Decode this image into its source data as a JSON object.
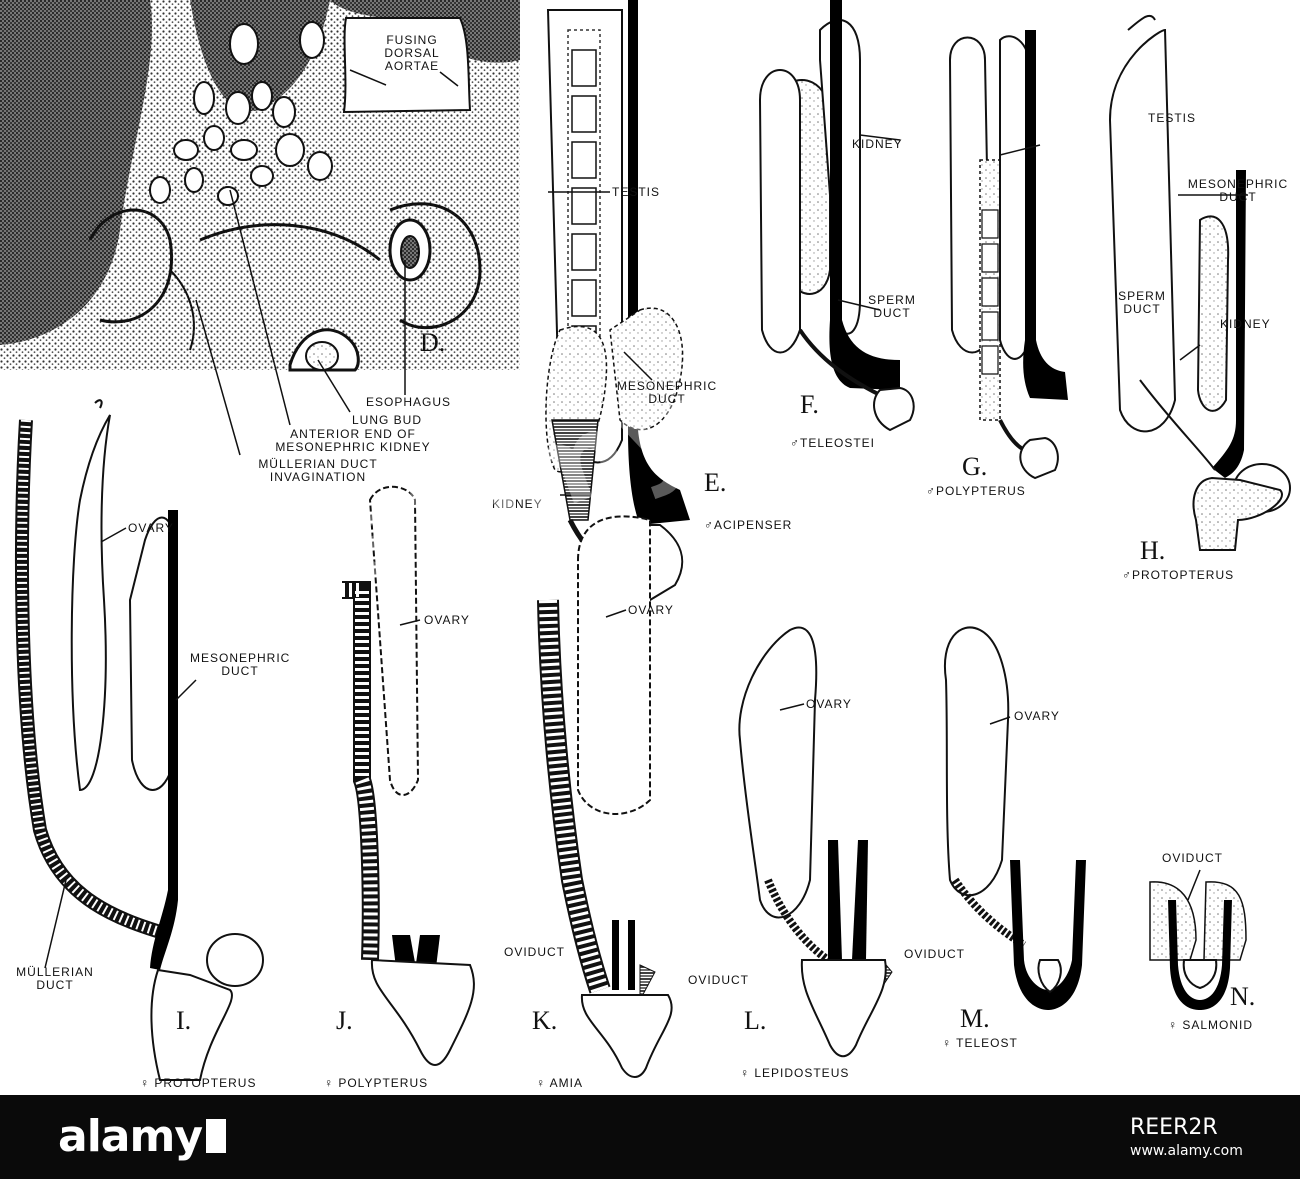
{
  "panels": {
    "D": {
      "letter": "D.",
      "labels": {
        "fusing_dorsal_aortae": "FUSING DORSAL AORTAE",
        "esophagus": "ESOPHAGUS",
        "lung_bud": "LUNG BUD",
        "anterior_end": "ANTERIOR END OF MESONEPHRIC KIDNEY",
        "mullerian_invagination": "MÜLLERIAN DUCT INVAGINATION"
      }
    },
    "E": {
      "letter": "E.",
      "caption": "♂ACIPENSER",
      "labels": {
        "testis": "TESTIS",
        "mesonephric_duct": "MESONEPHRIC DUCT",
        "kidney": "KIDNEY"
      }
    },
    "F": {
      "letter": "F.",
      "caption": "♂TELEOSTEI",
      "labels": {
        "kidney": "KIDNEY",
        "sperm_duct": "SPERM DUCT"
      }
    },
    "G": {
      "letter": "G.",
      "caption": "♂POLYPTERUS"
    },
    "H": {
      "letter": "H.",
      "caption": "♂PROTOPTERUS",
      "labels": {
        "testis": "TESTIS",
        "mesonephric_duct": "MESONEPHRIC DUCT",
        "sperm_duct": "SPERM DUCT",
        "kidney": "KIDNEY"
      }
    },
    "I": {
      "letter": "I.",
      "caption": "♀ PROTOPTERUS",
      "labels": {
        "ovary": "OVARY",
        "mesonephric_duct": "MESONEPHRIC DUCT",
        "mullerian_duct": "MÜLLERIAN DUCT"
      }
    },
    "J": {
      "letter": "J.",
      "caption": "♀ POLYPTERUS",
      "labels": {
        "ovary": "OVARY"
      }
    },
    "K": {
      "letter": "K.",
      "caption": "♀ AMIA",
      "labels": {
        "ovary": "OVARY",
        "oviduct": "OVIDUCT"
      }
    },
    "L": {
      "letter": "L.",
      "caption": "♀ LEPIDOSTEUS",
      "labels": {
        "ovary": "OVARY",
        "oviduct": "OVIDUCT"
      }
    },
    "M": {
      "letter": "M.",
      "caption": "♀ TELEOST",
      "labels": {
        "ovary": "OVARY",
        "oviduct": "OVIDUCT"
      }
    },
    "N": {
      "letter": "N.",
      "caption": "♀ SALMONID",
      "labels": {
        "oviduct": "OVIDUCT"
      }
    }
  },
  "watermark": {
    "text": "alamy"
  },
  "footer": {
    "logo": "alamy",
    "image_code": "REER2R",
    "site": "www.alamy.com"
  },
  "colors": {
    "footer_bg": "#0a0a0a",
    "ink": "#111111"
  }
}
